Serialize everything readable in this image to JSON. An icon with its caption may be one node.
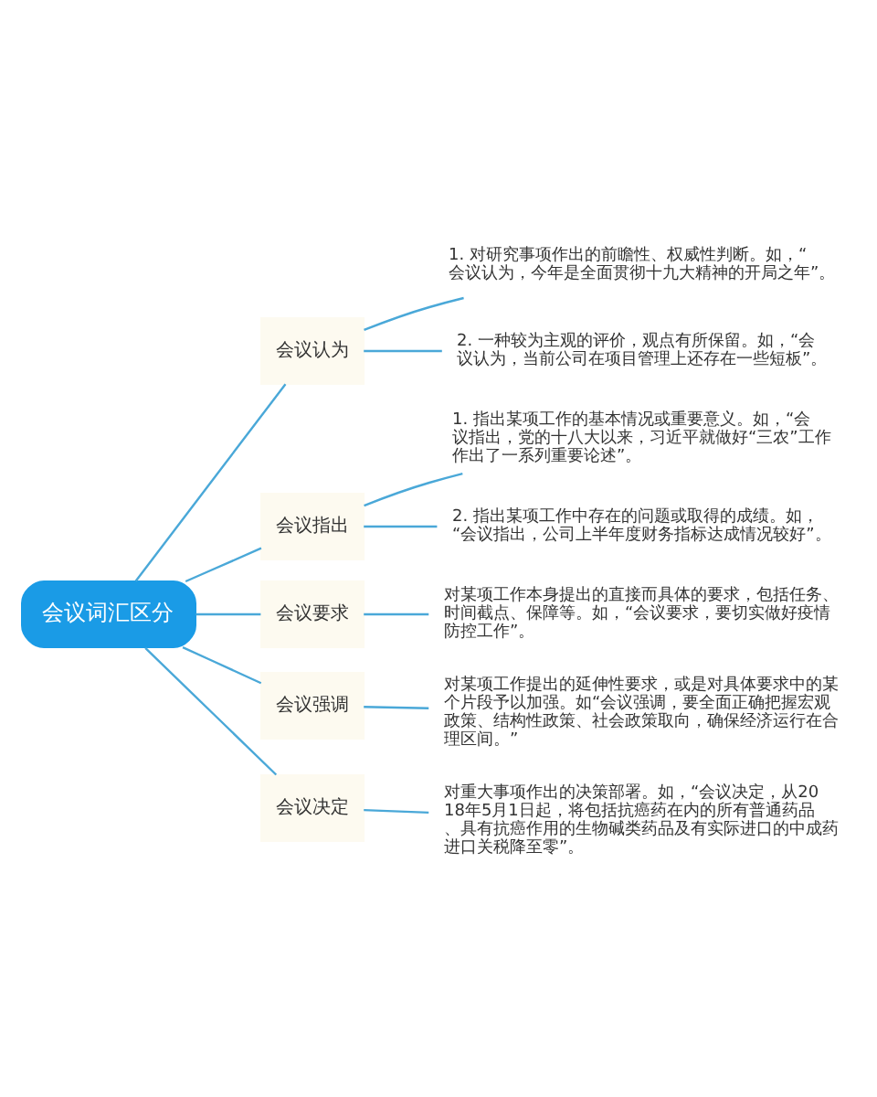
{
  "diagram": {
    "nodes": [
      {
        "text": [
          "会议词汇区分"
        ]
      },
      {
        "text": [
          "会议认为"
        ]
      },
      {
        "text": [
          "1. 对研究事项作出的前瞻性、权威性判断。如，“会议认为，今年是全面贯彻十九大精神的开局之年”。"
        ]
      },
      {
        "text": [
          "2. 一种较为主观的评价，观点有所保留。如，“会议认为，当前公司在项目管理上还存在一些短板”。"
        ]
      },
      {
        "text": [
          "会议指出"
        ]
      },
      {
        "text": [
          "1. 指出某项工作的基本情况或重要意义。如，“会议指出，党的十八大以来，习近平就做好“三农”工作作出了一系列重要论述”。"
        ]
      },
      {
        "text": [
          "2. 指出某项工作中存在的问题或取得的成绩。如，“会议指出，公司上半年度财务指标达成情况较好”。"
        ]
      },
      {
        "text": [
          "会议要求"
        ]
      },
      {
        "text": [
          "对某项工作本身提出的直接而具体的要求，包括任务、时间截点、保障等。如，“会议要求，要切实做好疫情防控工作”。"
        ]
      },
      {
        "text": [
          "会议强调"
        ]
      },
      {
        "text": [
          "对某项工作提出的延伸性要求，或是对具体要求中的某个片段予以加强。如“会议强调，要全面正确把握宏观政策、结构性政策、社会政策取向，确保经济运行在合理区间。”"
        ]
      },
      {
        "text": [
          "会议决定"
        ]
      },
      {
        "text": [
          "对重大事项作出的决策部署。如，“会议决定，从2018年5月1日起，将包括抗癌药在内的所有普通药品、具有抗癌作用的生物碱类药品及有实际进口的中成药进口关税降至零”。"
        ]
      }
    ],
    "edges": [
      {
        "from": 0,
        "to": 1,
        "arrow": "none"
      },
      {
        "from": 1,
        "to": 2,
        "arrow": "none"
      },
      {
        "from": 1,
        "to": 3,
        "arrow": "none"
      },
      {
        "from": 0,
        "to": 4,
        "arrow": "none"
      },
      {
        "from": 4,
        "to": 5,
        "arrow": "none"
      },
      {
        "from": 4,
        "to": 6,
        "arrow": "none"
      },
      {
        "from": 0,
        "to": 7,
        "arrow": "none"
      },
      {
        "from": 7,
        "to": 8,
        "arrow": "none"
      },
      {
        "from": 0,
        "to": 9,
        "arrow": "none"
      },
      {
        "from": 9,
        "to": 10,
        "arrow": "none"
      },
      {
        "from": 0,
        "to": 11,
        "arrow": "none"
      },
      {
        "from": 11,
        "to": 12,
        "arrow": "none"
      }
    ]
  }
}
